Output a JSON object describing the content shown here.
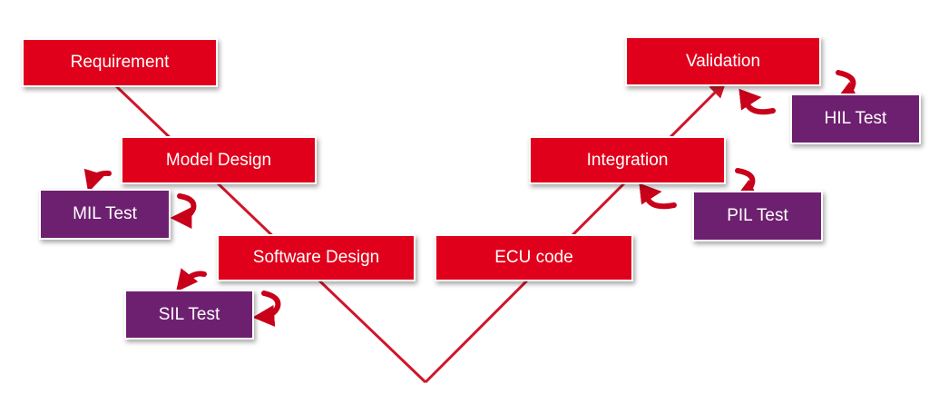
{
  "colors": {
    "stage_fill": "#e0001b",
    "test_fill": "#6e2070",
    "line": "#d0152a",
    "curl_arrow": "#c8001a"
  },
  "stages": {
    "requirement": "Requirement",
    "model_design": "Model Design",
    "software_design": "Software Design",
    "ecu_code": "ECU code",
    "integration": "Integration",
    "validation": "Validation"
  },
  "tests": {
    "mil": "MIL Test",
    "sil": "SIL Test",
    "pil": "PIL Test",
    "hil": "HIL Test"
  },
  "icons": [
    "curved-arrow-icon"
  ]
}
